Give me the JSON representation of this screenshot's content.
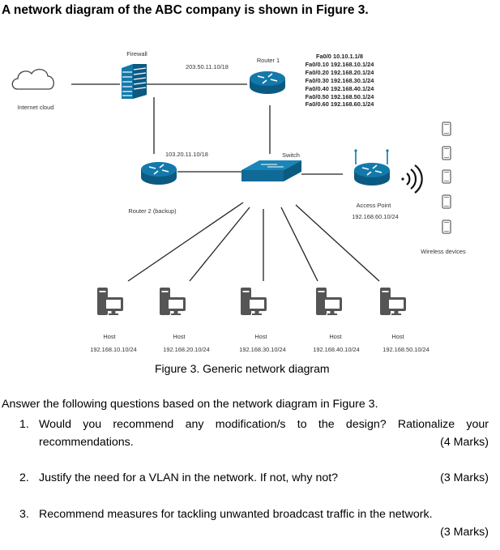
{
  "heading": "A network diagram of the ABC company is shown in Figure 3.",
  "diagram": {
    "internet_cloud": {
      "label": "Internet cloud"
    },
    "firewall": {
      "label": "Firewall"
    },
    "link_firewall_router1": {
      "label": "203.50.11.10/18"
    },
    "link_firewall_router2": {
      "label": "103.20.11.10/18"
    },
    "router1": {
      "label": "Router 1",
      "interfaces": [
        "Fa0/0 10.10.1.1/8",
        "Fa0/0.10 192.168.10.1/24",
        "Fa0/0.20 192.168.20.1/24",
        "Fa0/0.30 192.168.30.1/24",
        "Fa0/0.40 192.168.40.1/24",
        "Fa0/0.50 192.168.50.1/24",
        "Fa0/0.60 192.168.60.1/24"
      ]
    },
    "router2": {
      "label": "Router 2 (backup)"
    },
    "switch": {
      "label": "Switch"
    },
    "access_point": {
      "label": "Access Point",
      "ip": "192.168.60.10/24"
    },
    "wireless_devices": {
      "label": "Wireless devices",
      "count": 5
    },
    "hosts": [
      {
        "label": "Host",
        "ip": "192.168.10.10/24"
      },
      {
        "label": "Host",
        "ip": "192.168.20.10/24"
      },
      {
        "label": "Host",
        "ip": "192.168.30.10/24"
      },
      {
        "label": "Host",
        "ip": "192.168.40.10/24"
      },
      {
        "label": "Host",
        "ip": "192.168.50.10/24"
      }
    ],
    "colors": {
      "device_blue": "#0f6a97",
      "icon_gray": "#555555",
      "line": "#222222"
    }
  },
  "caption": "Figure 3. Generic network diagram",
  "questions_intro": "Answer the following questions based on the network diagram in Figure 3.",
  "questions": [
    {
      "number": "1.",
      "text_line1": "Would you recommend any modification/s to the design? Rationalize your",
      "text_line2": "recommendations.",
      "marks": "(4 Marks)"
    },
    {
      "number": "2.",
      "text": "Justify the need for a VLAN in the network. If not, why not?",
      "marks": "(3 Marks)"
    },
    {
      "number": "3.",
      "text": "Recommend measures for tackling unwanted broadcast traffic in the network.",
      "marks": "(3 Marks)"
    }
  ]
}
